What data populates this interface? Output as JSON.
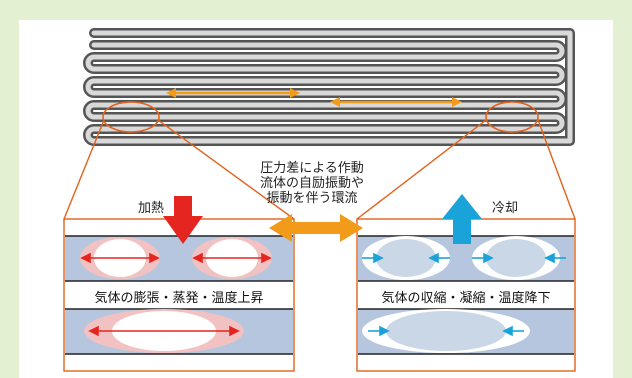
{
  "labels": {
    "center_line1": "圧力差による作動",
    "center_line2": "流体の自励振動や",
    "center_line3": "振動を伴う環流",
    "heating": "加熱",
    "cooling": "冷却",
    "left_band_text": "気体の膨張・蒸発・温度上昇",
    "right_band_text": "気体の収縮・凝縮・温度降下"
  },
  "colors": {
    "background": "#e4f0d2",
    "tube_fill": "#d4d4d4",
    "tube_stroke": "#555555",
    "orange_arrow": "#f29a1a",
    "callout_line": "#e2621c",
    "heating_arrow": "#e52520",
    "cooling_arrow": "#1aa3d8",
    "band_blue": "#b6c6de",
    "bubble_left": "#ffffff",
    "bubble_right": "#c9d7e7",
    "glow_red": "#f2b8b8"
  },
  "icons": {
    "heating": "down-arrow-icon",
    "cooling": "up-arrow-icon",
    "flow": "double-arrow-icon"
  }
}
